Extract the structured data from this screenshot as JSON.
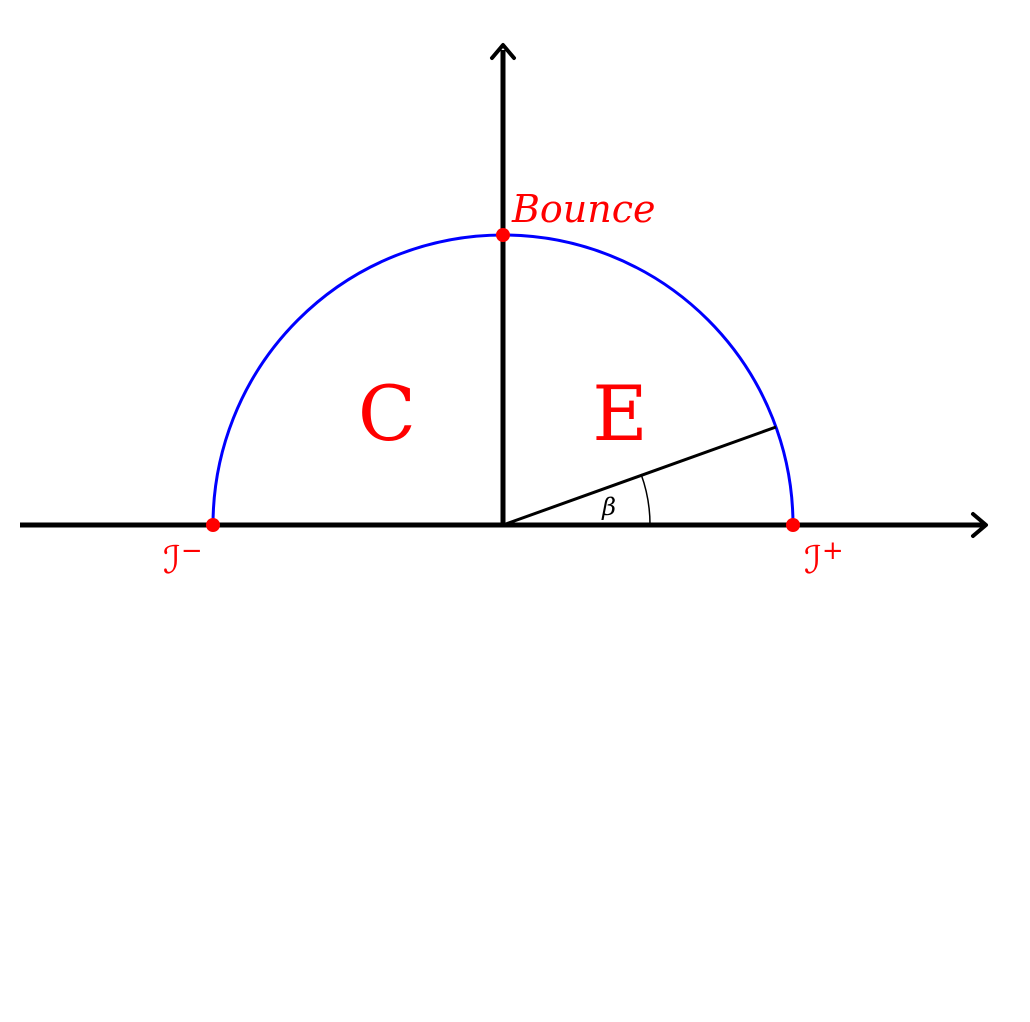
{
  "colors": {
    "axis": "#000000",
    "arc": "#0000ff",
    "accent": "#ff0000",
    "angle": "#000000"
  },
  "points": {
    "bounce": {
      "label": "Bounce"
    },
    "scri_minus": {
      "label": "ℐ",
      "sup": "−"
    },
    "scri_plus": {
      "label": "ℐ",
      "sup": "+"
    }
  },
  "regions": {
    "left": "C",
    "right": "E"
  },
  "angle": {
    "symbol": "β"
  }
}
